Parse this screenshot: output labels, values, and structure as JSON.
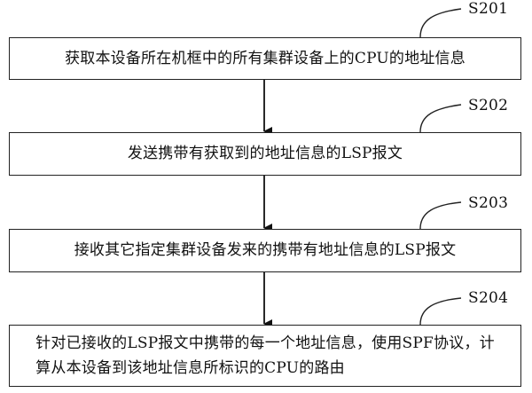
{
  "flowchart": {
    "steps": [
      {
        "label": "S201",
        "text": "获取本设备所在机框中的所有集群设备上的CPU的地址信息"
      },
      {
        "label": "S202",
        "text": "发送携带有获取到的地址信息的LSP报文"
      },
      {
        "label": "S203",
        "text": "接收其它指定集群设备发来的携带有地址信息的LSP报文"
      },
      {
        "label": "S204",
        "text_line1": "针对已接收的LSP报文中携带的每一个地址信息，使用SPF协议，计",
        "text_line2": "算从本设备到该地址信息所标识的CPU的路由"
      }
    ]
  }
}
